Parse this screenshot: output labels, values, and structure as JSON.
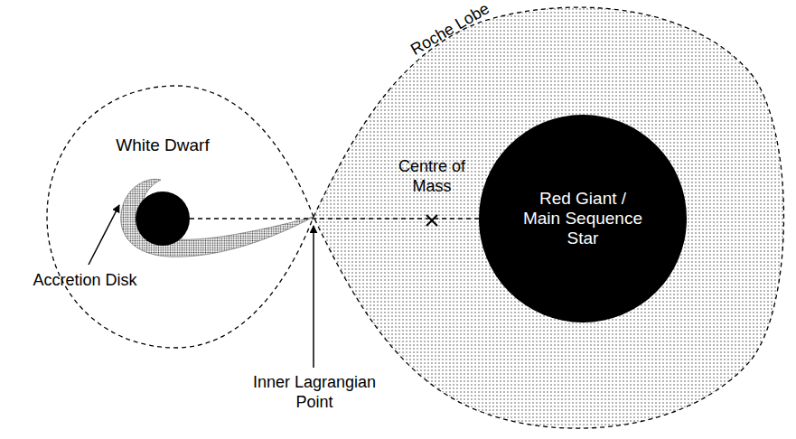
{
  "diagram": {
    "nodes": [
      {
        "text": [
          "White Dwarf"
        ]
      },
      {
        "text": [
          "Red Giant / Main Sequence Star"
        ]
      }
    ],
    "edges": [
      {
        "from": 0,
        "to": 1,
        "arrow": "none"
      }
    ],
    "labels": [
      "Roche Lobe",
      "Centre of Mass",
      "Accretion Disk",
      "Inner Lagrangian Point"
    ]
  }
}
